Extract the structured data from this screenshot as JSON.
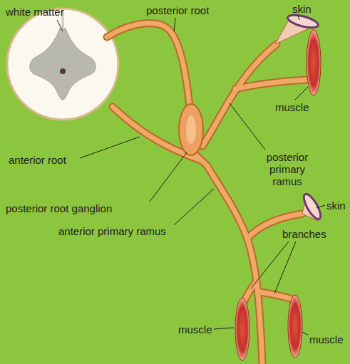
{
  "diagram": {
    "labels": [
      "white matter",
      "posterior root",
      "skin",
      "muscle",
      "posterior primary ramus",
      "skin",
      "anterior root",
      "branches",
      "posterior root ganglion",
      "anterior primary ramus",
      "muscle",
      "muscle"
    ]
  }
}
